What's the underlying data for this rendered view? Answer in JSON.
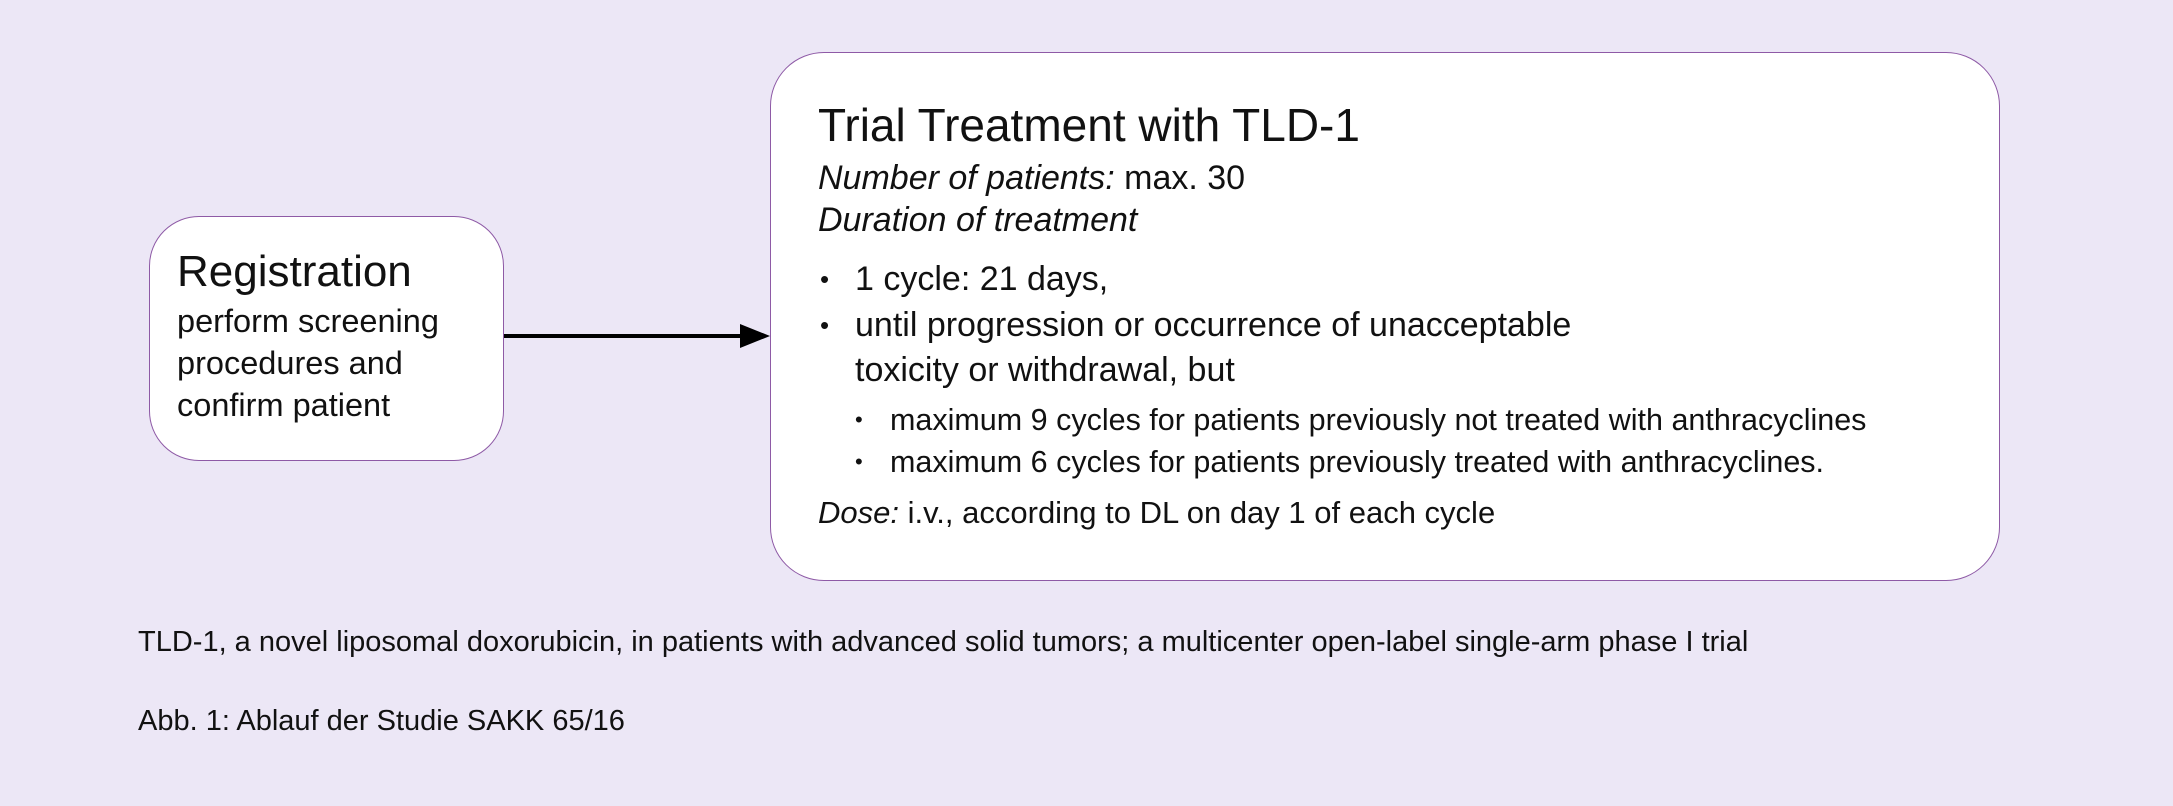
{
  "registration": {
    "title": "Registration",
    "description": "perform screening procedures and confirm patient"
  },
  "treatment": {
    "title": "Trial Treatment with TLD-1",
    "patients_label": "Number of patients:",
    "patients_value": " max. 30",
    "duration_label": "Duration of treatment",
    "bullets": [
      "1 cycle: 21 days,",
      "until progression or occurrence of unacceptable toxicity or withdrawal, but"
    ],
    "sub_bullets": [
      "maximum 9 cycles for patients previously not treated with anthracyclines",
      "maximum 6 cycles for patients previously treated with anthracyclines."
    ],
    "dose_label": "Dose:",
    "dose_value": " i.v., according to DL on day 1 of each cycle"
  },
  "captions": {
    "study": "TLD-1, a novel liposomal doxorubicin, in patients with advanced solid tumors; a multicenter open-label single-arm phase I trial",
    "figure": "Abb. 1: Ablauf der Studie SAKK 65/16"
  },
  "colors": {
    "background": "#ece7f6",
    "box_border": "#8e5aa6",
    "box_fill": "#ffffff",
    "arrow": "#000000"
  }
}
